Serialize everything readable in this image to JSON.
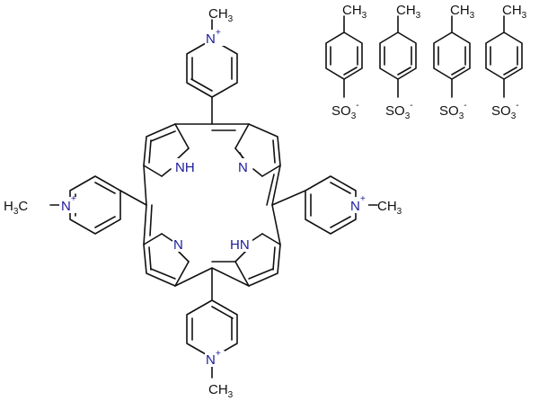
{
  "porphyrin": {
    "pyrrole_nh_label": "NH",
    "pyrrole_hn_label": "HN",
    "pyrrole_n_label": "N"
  },
  "pyridinium": {
    "nitrogen_label": "N",
    "charge": "+",
    "methyl_top_right": "CH",
    "methyl_left": "H",
    "methyl_left_c": "C",
    "methyl_sub": "3"
  },
  "tosylate": {
    "methyl_label": "CH",
    "methyl_sub": "3",
    "sulfonate_label": "SO",
    "sulfonate_sub": "3",
    "sulfonate_charge": "-"
  },
  "colors": {
    "bond": "#111111",
    "heteroatom": "#1a1a9a"
  }
}
